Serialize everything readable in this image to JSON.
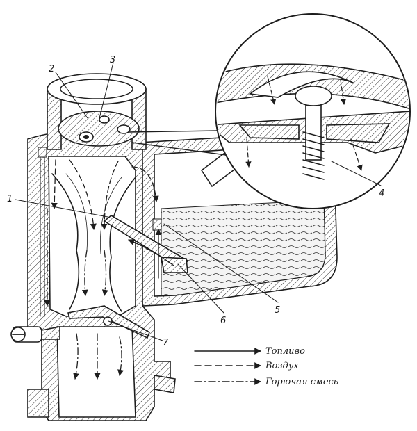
{
  "callouts": [
    {
      "id": "1",
      "label": "1"
    },
    {
      "id": "2",
      "label": "2"
    },
    {
      "id": "3",
      "label": "3"
    },
    {
      "id": "4",
      "label": "4"
    },
    {
      "id": "5",
      "label": "5"
    },
    {
      "id": "6",
      "label": "6"
    },
    {
      "id": "7",
      "label": "7"
    }
  ],
  "legend": {
    "fuel": "Топливо",
    "air": "Воздух",
    "mixture": "Горючая смесь"
  },
  "colors": {
    "ink": "#1d1d1d",
    "paper": "#ffffff",
    "fuel_fill": "#f4f4f4"
  }
}
